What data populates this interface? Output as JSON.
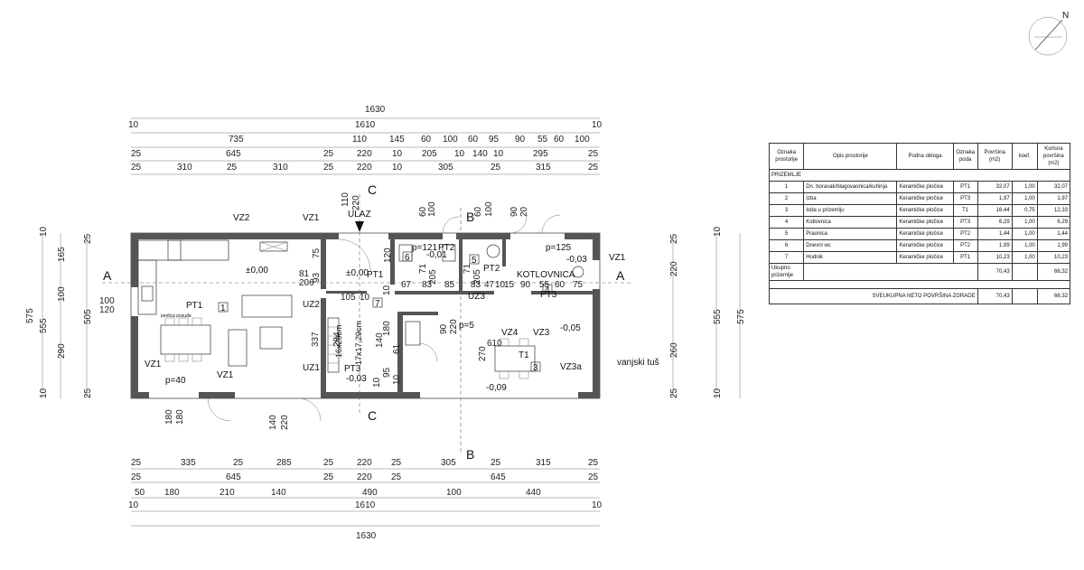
{
  "north": {
    "label": "N"
  },
  "dims_top": {
    "row1": [
      "1630"
    ],
    "row2": [
      "10",
      "1610",
      "10"
    ],
    "row3": [
      "735",
      "110",
      "145",
      "60",
      "100",
      "60",
      "95",
      "90",
      "55",
      "60",
      "100"
    ],
    "row4": [
      "25",
      "645",
      "25",
      "220",
      "10",
      "205",
      "10",
      "140",
      "10",
      "295",
      "25"
    ],
    "row5": [
      "25",
      "310",
      "25",
      "310",
      "25",
      "220",
      "10",
      "305",
      "25",
      "315",
      "25"
    ]
  },
  "dims_bottom": {
    "row1": [
      "25",
      "335",
      "25",
      "285",
      "25",
      "220",
      "25",
      "305",
      "25",
      "315",
      "25"
    ],
    "row2": [
      "25",
      "645",
      "25",
      "220",
      "25",
      "645",
      "25"
    ],
    "row3": [
      "50",
      "180",
      "210",
      "140",
      "490",
      "100",
      "440"
    ],
    "row4": [
      "10",
      "1610",
      "10"
    ],
    "row5": [
      "1630"
    ]
  },
  "dims_left": {
    "outer": "575",
    "mid": "555",
    "inner": [
      "165",
      "100",
      "290"
    ],
    "ends": [
      "10",
      "10"
    ],
    "wall": [
      "25",
      "505",
      "25"
    ],
    "window": [
      "100",
      "120"
    ]
  },
  "dims_right": {
    "inner": [
      "25",
      "220",
      "260",
      "25"
    ],
    "mid": "555",
    "outer": "575",
    "ends": [
      "10",
      "10"
    ]
  },
  "sections": {
    "a": "A",
    "b": "B",
    "c": "C"
  },
  "labels": {
    "ulaz": "ULAZ",
    "kotlovnica": "KOTLOVNICA",
    "vanjski_tus": "vanjski tuš",
    "pt1": "PT1",
    "pt2": "PT2",
    "pt3": "PT3",
    "vz1": "VZ1",
    "vz2": "VZ2",
    "vz3": "VZ3",
    "vz3a": "VZ3a",
    "vz4": "VZ4",
    "uz1": "UZ1",
    "uz2": "UZ2",
    "uz3": "UZ3",
    "t1": "T1",
    "lvl_000a": "±0,00",
    "lvl_000b": "±0,00",
    "lvl_m001": "-0,01",
    "lvl_m003a": "-0,03",
    "lvl_m003b": "-0,03",
    "lvl_m005": "-0,05",
    "lvl_m009": "-0,09",
    "p40": "p=40",
    "p121": "p=121",
    "p125": "p=125",
    "p5": "p=5",
    "stairs": "16x29cm",
    "stairs2": "17x17,29cm",
    "sink": "perilica posuđa",
    "n1": "1",
    "n2": "2",
    "n3": "3",
    "n4": "4",
    "n5": "5",
    "n6": "6",
    "n7": "7"
  },
  "interior_dims": [
    "75",
    "81",
    "206",
    "93",
    "205",
    "120",
    "71",
    "205",
    "71",
    "205",
    "67",
    "83",
    "85",
    "83",
    "47",
    "10",
    "15",
    "90",
    "55",
    "60",
    "75",
    "105",
    "10",
    "10",
    "337",
    "284",
    "180",
    "140",
    "61",
    "95",
    "10",
    "10",
    "90",
    "270",
    "610",
    "220",
    "10",
    "180",
    "180",
    "140",
    "220",
    "120",
    "110",
    "220",
    "60",
    "100",
    "60",
    "100",
    "90",
    "20"
  ],
  "table": {
    "headers": [
      "Oznaka prostorije",
      "Opis prostorije",
      "Podna obloga",
      "Oznaka poda",
      "Površina (m2)",
      "koef.",
      "Korisna površina (m2)"
    ],
    "section": "PRIZEMLJE",
    "rows": [
      [
        "1",
        "Dn. boravak/blagovaonica/kuhinja",
        "Keramičke pločice",
        "PT1",
        "32,07",
        "1,00",
        "32,07"
      ],
      [
        "2",
        "Izba",
        "Keramičke pločice",
        "PT3",
        "1,97",
        "1,00",
        "1,97"
      ],
      [
        "3",
        "Ioda u prizemlju",
        "Keramičke pločice",
        "T1",
        "16,44",
        "0,75",
        "12,33"
      ],
      [
        "4",
        "Kotlovnica",
        "Keramičke pločice",
        "PT3",
        "6,29",
        "1,00",
        "6,29"
      ],
      [
        "5",
        "Praonica",
        "Keramičke pločice",
        "PT2",
        "1,44",
        "1,00",
        "1,44"
      ],
      [
        "6",
        "Dnevni wc",
        "Keramičke pločice",
        "PT2",
        "1,99",
        "1,00",
        "1,99"
      ],
      [
        "7",
        "Hodnik",
        "Keramičke pločice",
        "PT1",
        "10,23",
        "1,00",
        "10,23"
      ]
    ],
    "subtotal": {
      "label": "Ukupno prizemlje",
      "area": "70,43",
      "useful": "66,32"
    },
    "total": {
      "label": "SVEUKUPNA NETO POVRŠINA ZGRADE",
      "area": "70,43",
      "useful": "66,32"
    }
  }
}
